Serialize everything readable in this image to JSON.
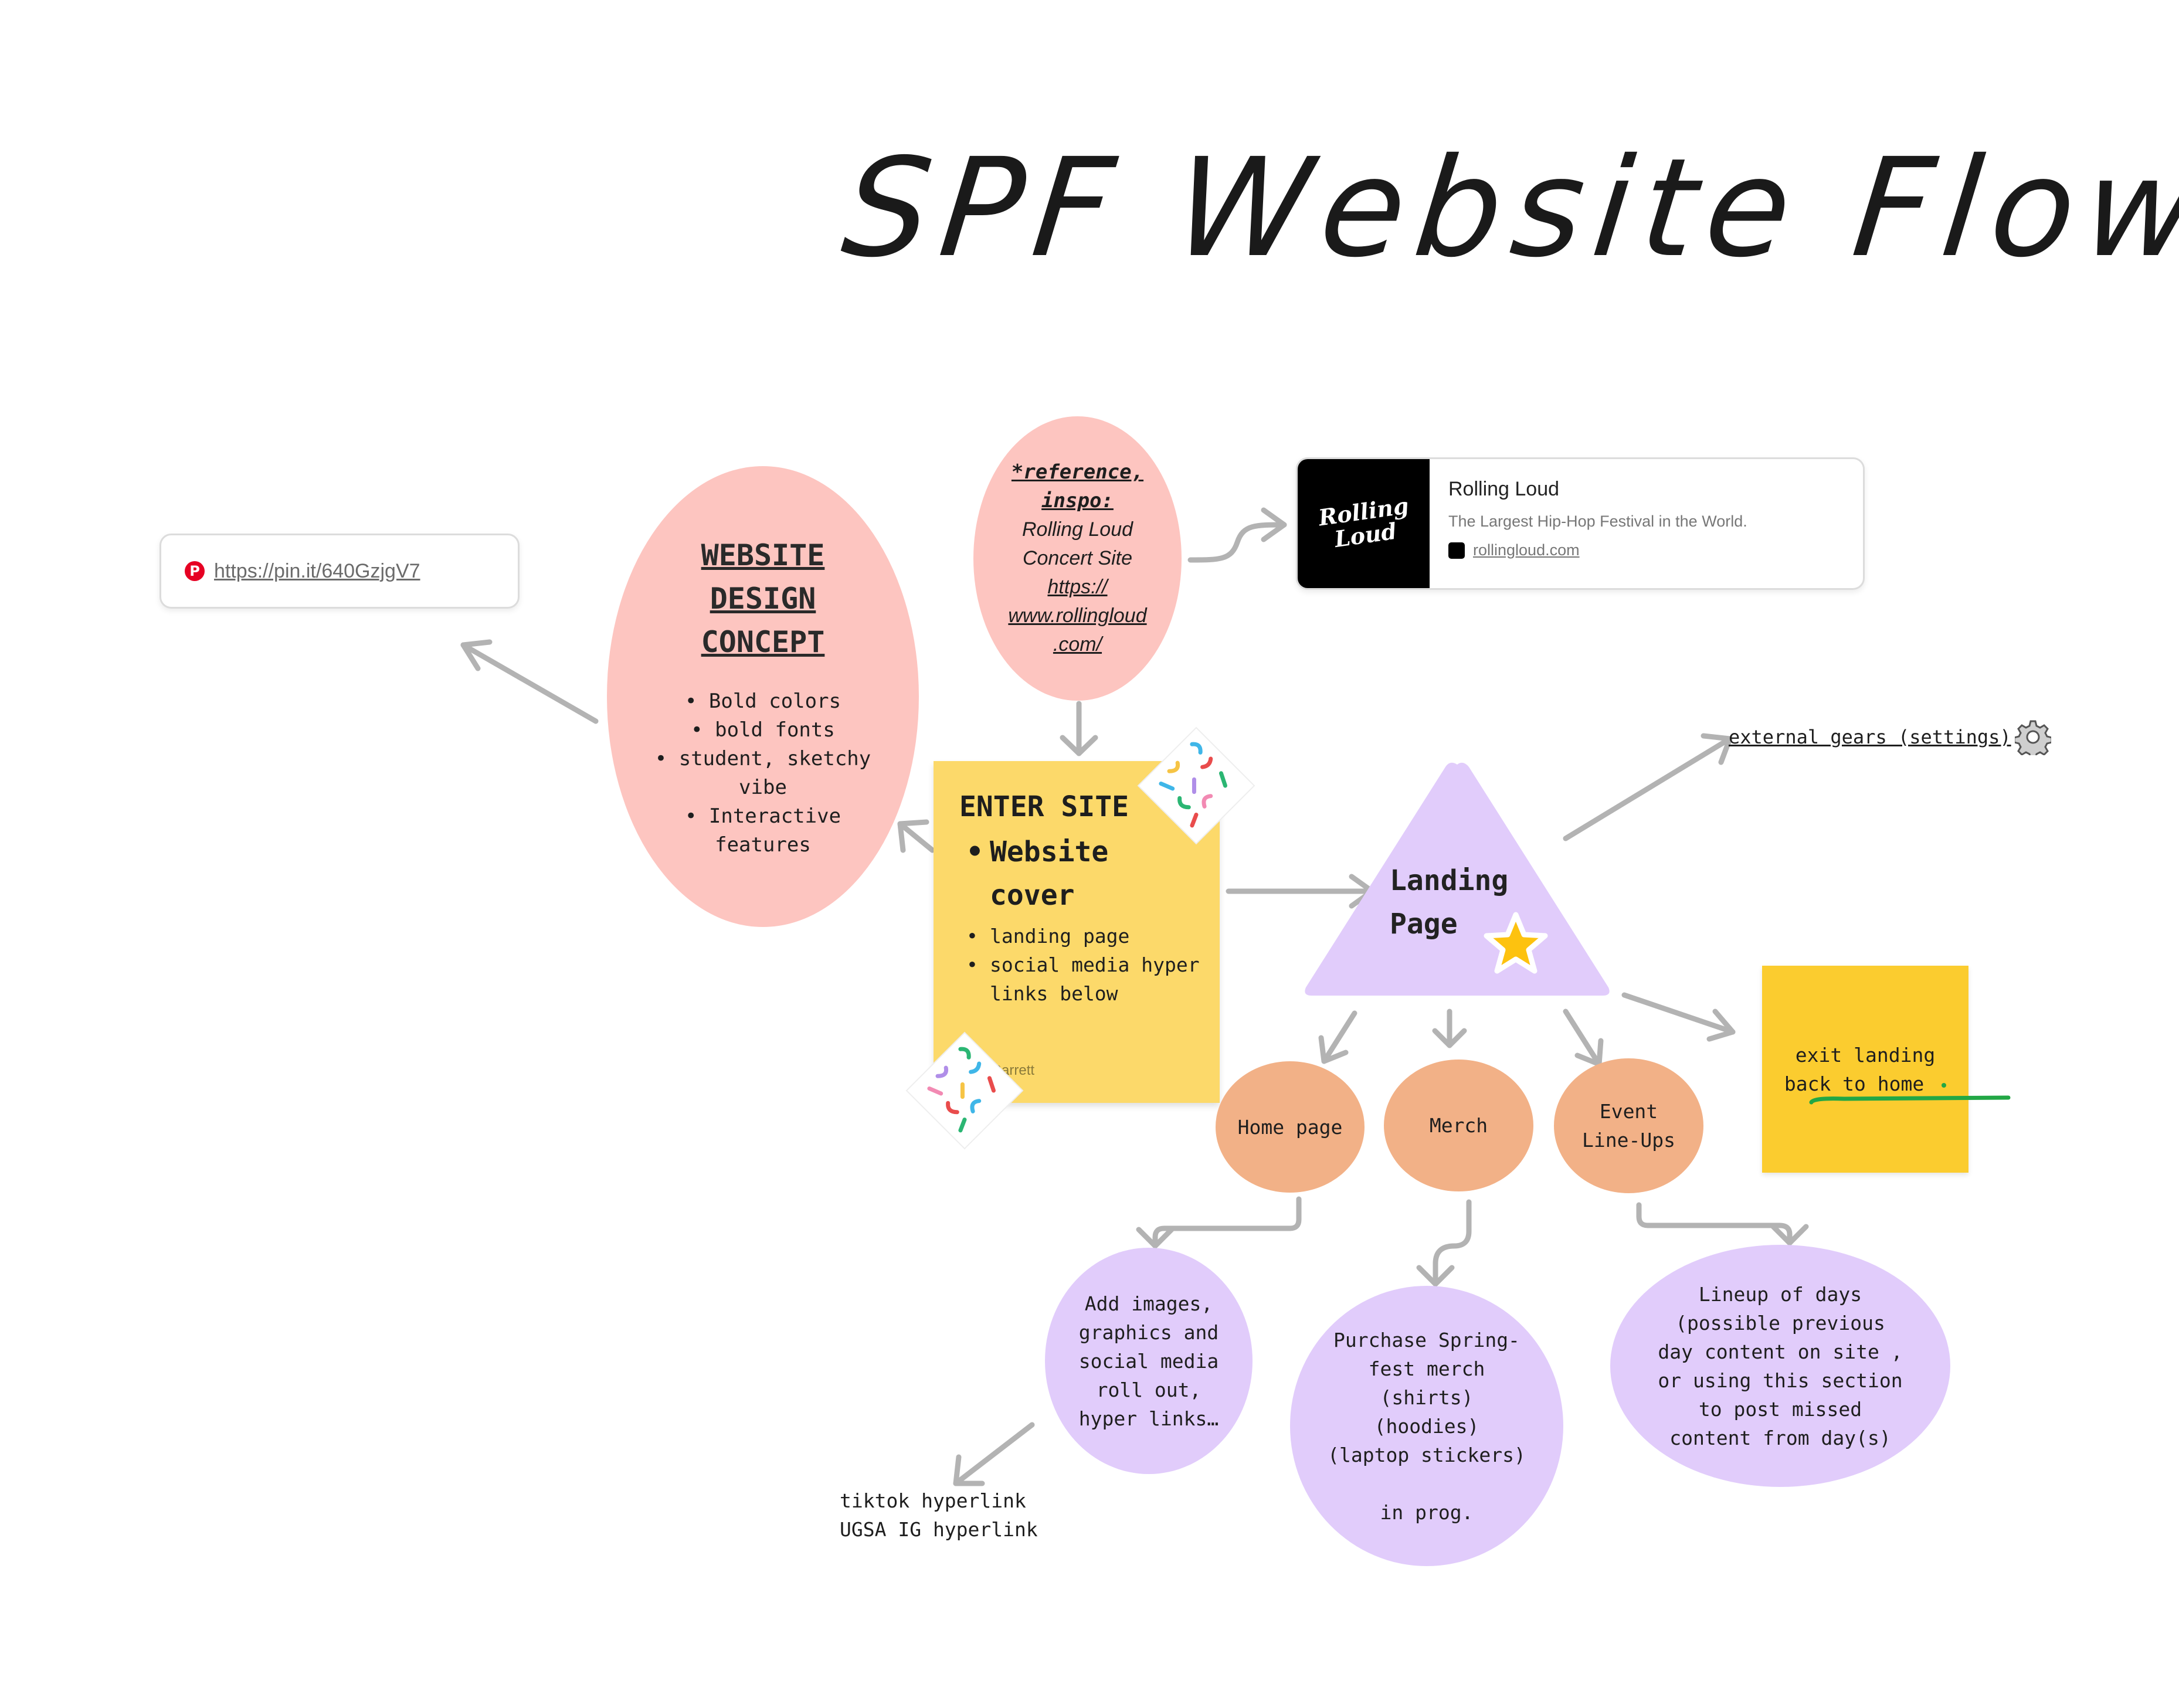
{
  "title": "SPF Website Flow",
  "pin_link": {
    "url": "https://pin.it/640GzjgV7",
    "icon": "pinterest-icon"
  },
  "design_concept": {
    "heading": [
      "WEBSITE",
      "DESIGN",
      "CONCEPT"
    ],
    "bullets": [
      "Bold colors",
      "bold fonts",
      "student, sketchy vibe",
      "Interactive features"
    ]
  },
  "reference": {
    "heading": [
      "*reference,",
      "inspo:"
    ],
    "lines": [
      "Rolling Loud",
      "Concert Site"
    ],
    "link_lines": [
      "https://",
      "www.rollingloud",
      ".com/"
    ]
  },
  "rolling_loud_card": {
    "logo_text": "Rolling Loud",
    "title": "Rolling Loud",
    "description": "The Largest Hip-Hop Festival in the World.",
    "domain": "rollingloud.com"
  },
  "enter_site_note": {
    "heading": "ENTER SITE",
    "big_bullet": "Website cover",
    "small_bullets": [
      "landing page",
      "social media hyper links below"
    ],
    "author": "Barrett"
  },
  "landing_page": {
    "label": "Landing Page",
    "star_icon": "star-icon"
  },
  "external_gears": {
    "label": "external gears (settings)",
    "icon": "gear-icon"
  },
  "exit_note": {
    "line1": "exit landing",
    "line2": "back to home"
  },
  "subpages": [
    {
      "label": "Home page"
    },
    {
      "label": "Merch"
    },
    {
      "label": "Event Line-Ups"
    }
  ],
  "home_details": [
    "Add images,",
    "graphics and",
    "social media",
    "roll out,",
    "hyper links…"
  ],
  "merch_details": [
    "Purchase Spring-",
    "fest merch",
    "(shirts)",
    "(hoodies)",
    "(laptop stickers)",
    "",
    "in prog."
  ],
  "lineup_details": [
    "Lineup of days",
    "(possible previous",
    "day content on site ,",
    "or using this section",
    "to post missed",
    "content from day(s)"
  ],
  "hyperlinks": [
    "tiktok hyperlink",
    "UGSA IG hyperlink"
  ],
  "colors": {
    "pink": "#fdc5c0",
    "lavender": "#e1ccfb",
    "orange": "#f2b187",
    "sticky_yellow": "#fcd96a",
    "exit_yellow": "#fbcc2f",
    "star": "#fdc20f",
    "green_underline": "#22a745"
  }
}
